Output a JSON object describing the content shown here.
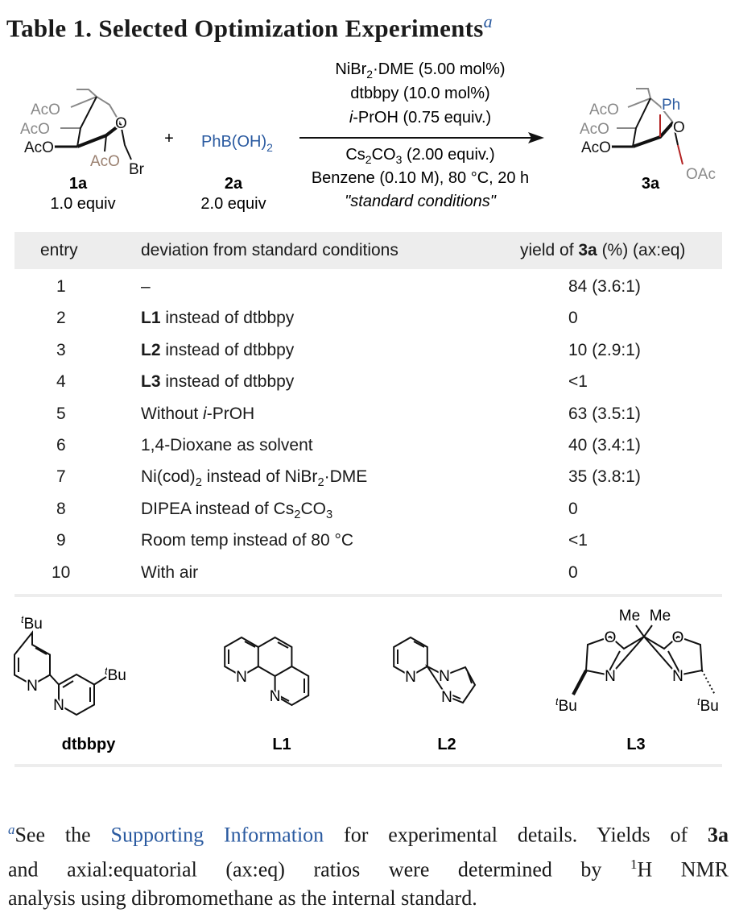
{
  "title": {
    "text": "Table 1. Selected Optimization Experiments",
    "footnote_mark": "a"
  },
  "scheme": {
    "reactant1": {
      "label": "1a",
      "equiv": "1.0 equiv",
      "groups": [
        "AcO",
        "AcO",
        "AcO",
        "AcO",
        "O",
        "Br"
      ]
    },
    "plus": "+",
    "reactant2": {
      "formula": "PhB(OH)",
      "formula_sub": "2",
      "label": "2a",
      "equiv": "2.0 equiv"
    },
    "conditions_above": [
      [
        {
          "t": "NiBr"
        },
        {
          "t": "2",
          "sub": true
        },
        {
          "t": "·DME (5.00 mol%)"
        }
      ],
      [
        {
          "t": "dtbbpy (10.0 mol%)"
        }
      ],
      [
        {
          "t": "i",
          "i": true
        },
        {
          "t": "-PrOH (0.75 equiv.)"
        }
      ]
    ],
    "conditions_below": [
      [
        {
          "t": "Cs"
        },
        {
          "t": "2",
          "sub": true
        },
        {
          "t": "CO"
        },
        {
          "t": "3",
          "sub": true
        },
        {
          "t": " (2.00 equiv.)"
        }
      ],
      [
        {
          "t": "Benzene (0.10 M), 80 °C, 20 h"
        }
      ],
      [
        {
          "t": "\"standard conditions\"",
          "i": true
        }
      ]
    ],
    "product": {
      "label": "3a",
      "groups": [
        "AcO",
        "AcO",
        "AcO",
        "Ph",
        "O",
        "OAc"
      ]
    }
  },
  "table": {
    "headers": {
      "entry": "entry",
      "deviation": "deviation from standard conditions",
      "yield": [
        {
          "t": "yield of "
        },
        {
          "t": "3a",
          "b": true
        },
        {
          "t": " (%) (ax:eq)"
        }
      ]
    },
    "rows": [
      {
        "entry": "1",
        "deviation": [
          {
            "t": "–"
          }
        ],
        "yield": "84 (3.6:1)"
      },
      {
        "entry": "2",
        "deviation": [
          {
            "t": "L1",
            "b": true
          },
          {
            "t": " instead of dtbbpy"
          }
        ],
        "yield": "0"
      },
      {
        "entry": "3",
        "deviation": [
          {
            "t": "L2",
            "b": true
          },
          {
            "t": " instead of dtbbpy"
          }
        ],
        "yield": "10 (2.9:1)"
      },
      {
        "entry": "4",
        "deviation": [
          {
            "t": "L3",
            "b": true
          },
          {
            "t": " instead of dtbbpy"
          }
        ],
        "yield": "<1"
      },
      {
        "entry": "5",
        "deviation": [
          {
            "t": "Without "
          },
          {
            "t": "i",
            "i": true
          },
          {
            "t": "-PrOH"
          }
        ],
        "yield": "63 (3.5:1)"
      },
      {
        "entry": "6",
        "deviation": [
          {
            "t": "1,4-Dioxane as solvent"
          }
        ],
        "yield": "40 (3.4:1)"
      },
      {
        "entry": "7",
        "deviation": [
          {
            "t": "Ni(cod)"
          },
          {
            "t": "2",
            "sub": true
          },
          {
            "t": " instead of NiBr"
          },
          {
            "t": "2",
            "sub": true
          },
          {
            "t": "·DME"
          }
        ],
        "yield": "35 (3.8:1)"
      },
      {
        "entry": "8",
        "deviation": [
          {
            "t": "DIPEA instead of Cs"
          },
          {
            "t": "2",
            "sub": true
          },
          {
            "t": "CO"
          },
          {
            "t": "3",
            "sub": true
          }
        ],
        "yield": "0"
      },
      {
        "entry": "9",
        "deviation": [
          {
            "t": "Room temp instead of 80 °C"
          }
        ],
        "yield": "<1"
      },
      {
        "entry": "10",
        "deviation": [
          {
            "t": "With air"
          }
        ],
        "yield": "0"
      }
    ]
  },
  "ligands": {
    "dtbbpy": {
      "label": "dtbbpy",
      "atoms": [
        "t",
        "Bu",
        "t",
        "Bu",
        "N",
        "N"
      ]
    },
    "L1": {
      "label": "L1",
      "atoms": [
        "N",
        "N"
      ]
    },
    "L2": {
      "label": "L2",
      "atoms": [
        "N",
        "N",
        "N"
      ]
    },
    "L3": {
      "label": "L3",
      "atoms": [
        "Me",
        "Me",
        "O",
        "O",
        "N",
        "N",
        "t",
        "Bu",
        "t",
        "Bu"
      ]
    }
  },
  "footnote": {
    "mark": "a",
    "line1_a": "See the ",
    "link": "Supporting Information",
    "line1_b": " for experimental details. Yields of ",
    "compound": "3a",
    "line2_a": "and axial:equatorial (ax:eq) ratios were determined by ",
    "nmr_sup": "1",
    "line2_b": "H NMR",
    "line3": "analysis using dibromomethane as the internal standard."
  },
  "colors": {
    "link": "#2a5aa0",
    "reagent": "#2a5aa0",
    "new_bond": "#b22222",
    "gray_group": "#8a8a8a",
    "brown_group": "#9a8070",
    "header_bg": "#ededed"
  }
}
